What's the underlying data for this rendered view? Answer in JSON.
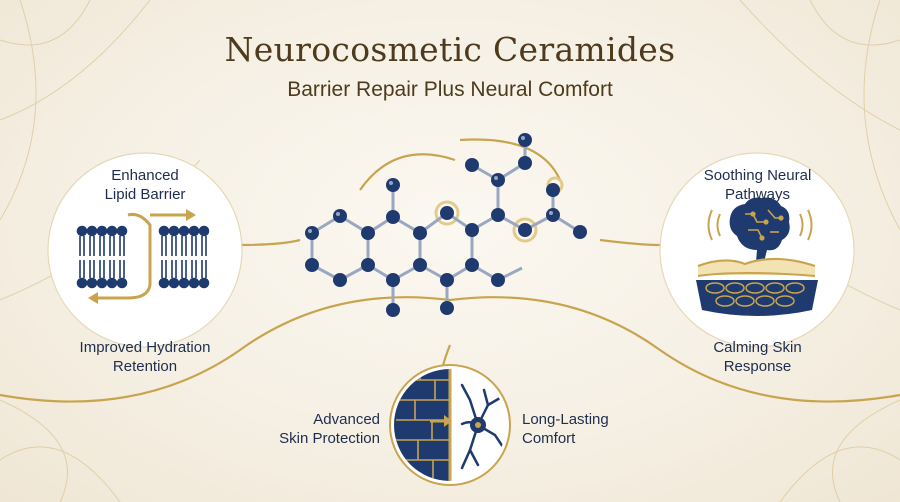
{
  "title": "Neurocosmetic Ceramides",
  "subtitle": "Barrier Repair Plus Neural Comfort",
  "left_panel": {
    "top_label_line1": "Enhanced",
    "top_label_line2": "Lipid Barrier",
    "bottom_label_line1": "Improved Hydration",
    "bottom_label_line2": "Retention"
  },
  "right_panel": {
    "top_label_line1": "Soothing Neural",
    "top_label_line2": "Pathways",
    "bottom_label_line1": "Calming Skin",
    "bottom_label_line2": "Response"
  },
  "bottom_panel": {
    "left_label_line1": "Advanced",
    "left_label_line2": "Skin Protection",
    "right_label_line1": "Long-Lasting",
    "right_label_line2": "Comfort"
  },
  "colors": {
    "navy": "#1e3a6e",
    "gold": "#c9a44e",
    "text_brown": "#4e3a1c"
  },
  "icons": [
    "lipid-bilayer-icon",
    "brain-icon",
    "skin-layers-icon",
    "neuron-cell-icon",
    "ceramide-molecule-icon"
  ]
}
